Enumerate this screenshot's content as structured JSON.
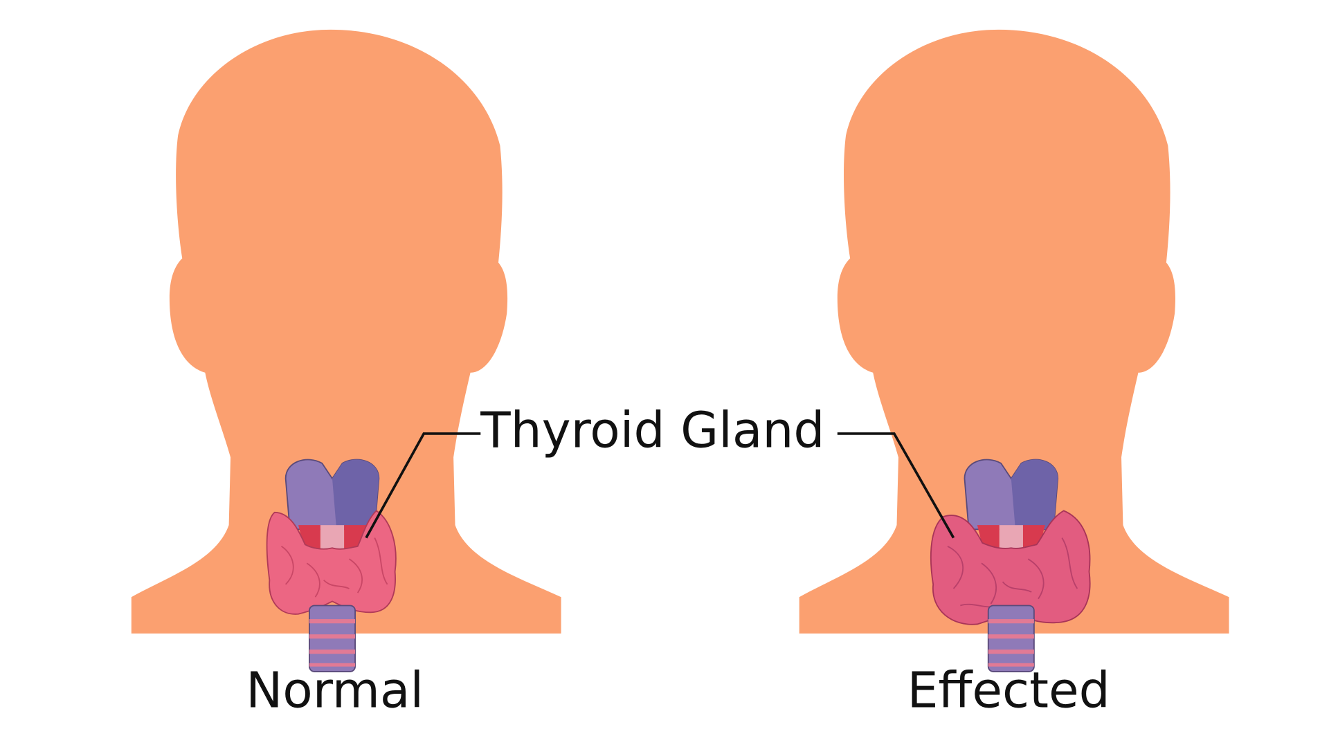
{
  "diagram": {
    "label_center": "Thyroid Gland",
    "panels": [
      {
        "caption": "Normal"
      },
      {
        "caption": "Effected"
      }
    ],
    "colors": {
      "skin": "#FBA070",
      "thyroid": "#EC6683",
      "thyroid_dark": "#C94766",
      "cartilage": "#8F7AB8",
      "cartilage_dark": "#6E63A8",
      "muscle": "#D83A4E",
      "line": "#111111"
    }
  }
}
